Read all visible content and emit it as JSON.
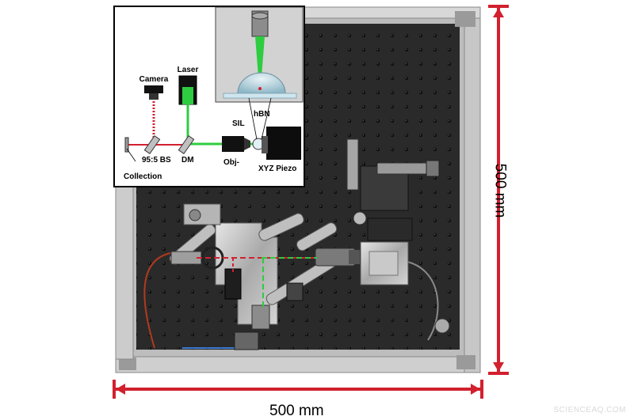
{
  "figure": {
    "inset_labels": {
      "camera": "Camera",
      "laser": "Laser",
      "bs": "95:5 BS",
      "dm": "DM",
      "collection": "Collection",
      "obj": "Obj-",
      "sil": "SIL",
      "hbn": "hBN",
      "piezo": "XYZ Piezo"
    },
    "dimensions": {
      "width_label": "500 mm",
      "height_label": "500 mm"
    },
    "colors": {
      "dimension_lines": "#d2202e",
      "laser_beam": "#2ecc40",
      "collection_beam": "#d2202e",
      "breadboard": "#2b2b2b",
      "frame": "#c9c9c9"
    }
  },
  "watermark": "SCIENCEAQ.COM"
}
